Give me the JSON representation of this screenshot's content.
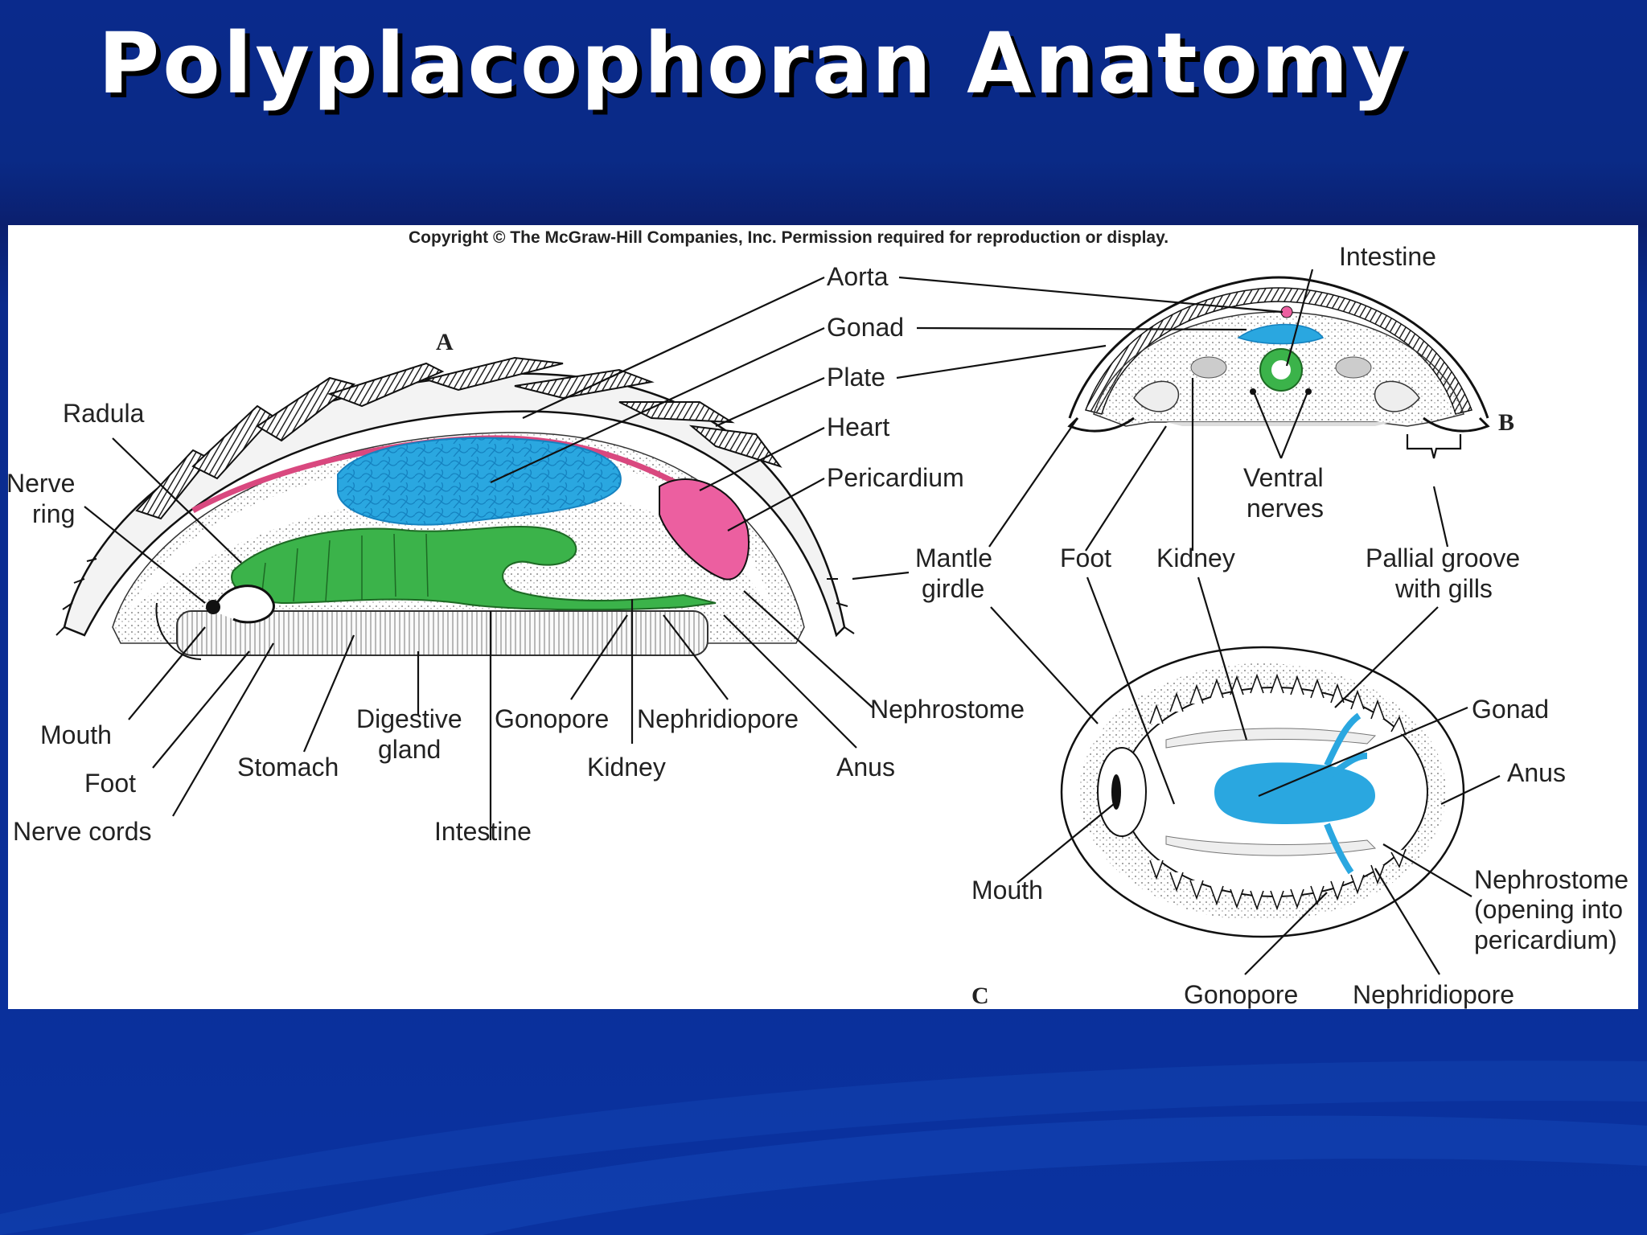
{
  "slide": {
    "title": "Polyplacophoran Anatomy"
  },
  "colors": {
    "background": "#0a2a8c",
    "digestive_gland": "#2aa7e0",
    "intestine_stomach": "#3bb34a",
    "heart_pericardium": "#ec5fa0",
    "aorta": "#d9487f",
    "gonad": "#2aa7e0"
  },
  "figure": {
    "copyright": "Copyright © The McGraw-Hill Companies, Inc. Permission required for reproduction or display.",
    "panel_a": {
      "letter": "A",
      "labels": {
        "aorta": "Aorta",
        "gonad": "Gonad",
        "plate": "Plate",
        "heart": "Heart",
        "pericardium": "Pericardium",
        "radula": "Radula",
        "nerve_ring_1": "Nerve",
        "nerve_ring_2": "ring",
        "mouth": "Mouth",
        "foot": "Foot",
        "nerve_cords": "Nerve cords",
        "stomach": "Stomach",
        "digestive_gland_1": "Digestive",
        "digestive_gland_2": "gland",
        "intestine": "Intestine",
        "gonopore": "Gonopore",
        "kidney": "Kidney",
        "nephridiopore": "Nephridiopore",
        "anus": "Anus",
        "nephrostome": "Nephrostome"
      }
    },
    "panel_b": {
      "letter": "B",
      "labels": {
        "intestine": "Intestine",
        "ventral_nerves_1": "Ventral",
        "ventral_nerves_2": "nerves",
        "mantle_girdle_1": "Mantle",
        "mantle_girdle_2": "girdle",
        "foot": "Foot",
        "kidney": "Kidney",
        "pallial_groove_1": "Pallial groove",
        "pallial_groove_2": "with gills"
      }
    },
    "panel_c": {
      "letter": "C",
      "labels": {
        "gonad": "Gonad",
        "anus": "Anus",
        "mouth": "Mouth",
        "nephrostome_1": "Nephrostome",
        "nephrostome_2": "(opening into",
        "nephrostome_3": "pericardium)",
        "gonopore": "Gonopore",
        "nephridiopore": "Nephridiopore"
      }
    }
  }
}
